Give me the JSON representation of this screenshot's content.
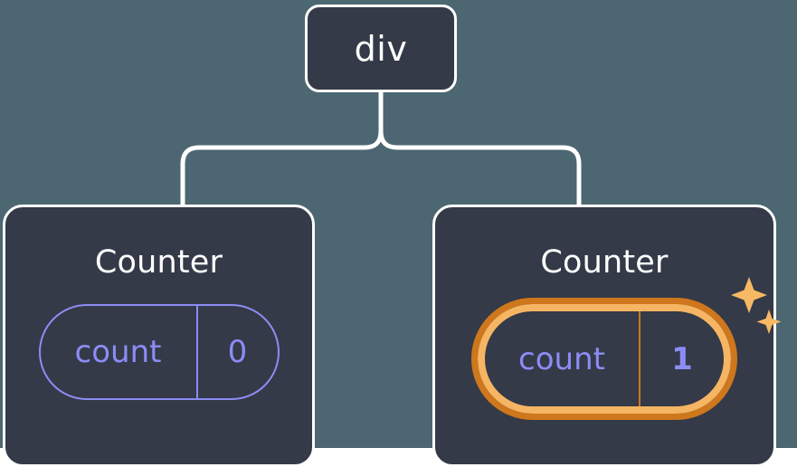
{
  "canvas": {
    "background_color": "#4C6772",
    "node_fill_color": "#343A47",
    "node_border_color": "#FFFFFF",
    "connector_color": "#FFFFFF",
    "state_accent_color": "#8C8CF5",
    "highlight_inner_color": "#F6B563",
    "highlight_outer_color": "#CE771C",
    "sparkle_color": "#F8B964"
  },
  "tree": {
    "root": {
      "label": "div"
    },
    "children": [
      {
        "title": "Counter",
        "state": {
          "key": "count",
          "value": "0"
        },
        "highlighted": false,
        "sparkle": false
      },
      {
        "title": "Counter",
        "state": {
          "key": "count",
          "value": "1"
        },
        "highlighted": true,
        "sparkle": true,
        "sparkle_icon": "sparkles-icon"
      }
    ]
  }
}
